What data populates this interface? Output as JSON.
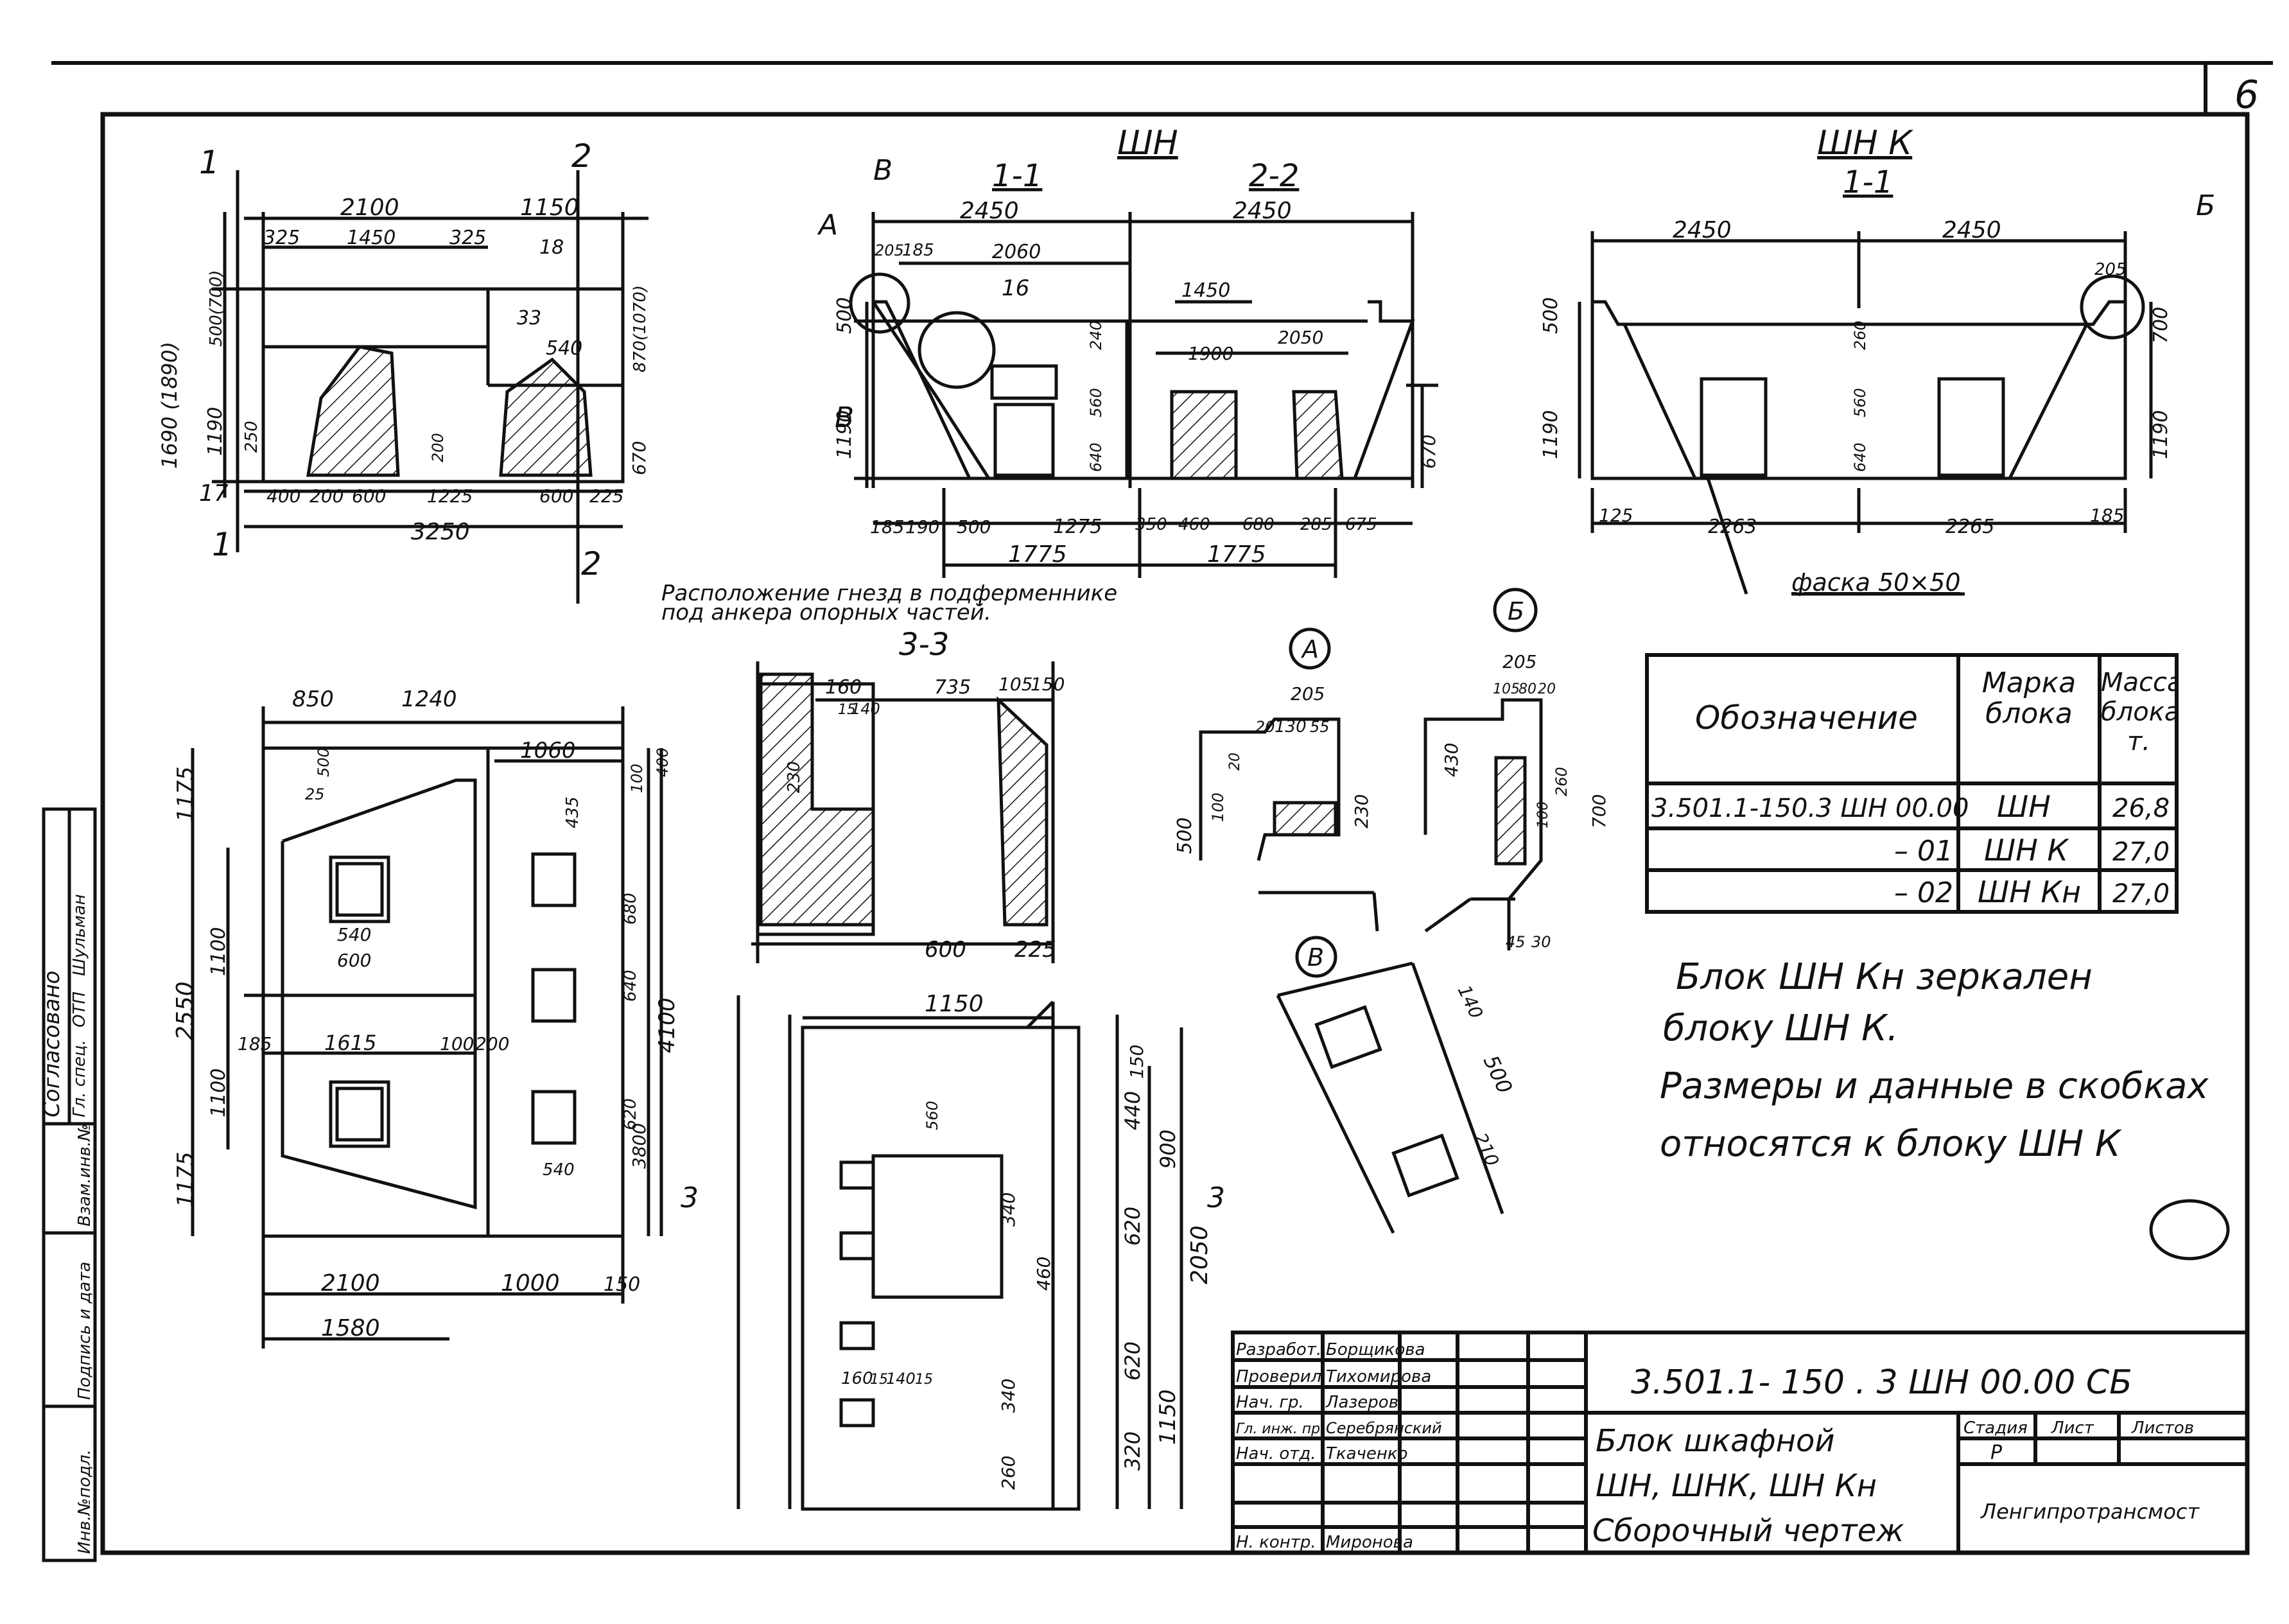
{
  "sheet": {
    "number": "6"
  },
  "side_stamp": {
    "agreed": "Согласовано",
    "role": "Гл. спец.",
    "dept": "ОТП",
    "name": "Шульман",
    "cols": [
      "Инв.№подл.",
      "Подпись и дата",
      "Взам.инв.№"
    ]
  },
  "views": {
    "shn_title": "ШН",
    "shnk_title": "ШН К",
    "sec_1_1": "1-1",
    "sec_2_2": "2-2",
    "sec_3_3": "3-3",
    "cut_1": "1",
    "cut_2": "2",
    "cut_3": "3",
    "callout_A": "А",
    "callout_B": "Б",
    "callout_V": "В",
    "note_nests_1": "Расположение гнезд в подферменнике",
    "note_nests_2": "под анкера опорных частей.",
    "chamfer": "фаска 50×50"
  },
  "dims": {
    "elev": [
      "2100",
      "1150",
      "325",
      "1450",
      "325",
      "18",
      "33",
      "540",
      "500(700)",
      "1690 (1890)",
      "1190",
      "670",
      "870(1070)",
      "400",
      "200",
      "600",
      "1225",
      "600",
      "225",
      "3250",
      "17",
      "250",
      "200"
    ],
    "sec11": [
      "2450",
      "205",
      "185",
      "2060",
      "16",
      "500",
      "1190",
      "1275",
      "185",
      "190",
      "500",
      "1775",
      "640",
      "560",
      "240"
    ],
    "sec22": [
      "2450",
      "1450",
      "2050",
      "1900",
      "350",
      "460",
      "680",
      "285",
      "675",
      "670",
      "1775"
    ],
    "shnk": [
      "2450",
      "2450",
      "205",
      "500",
      "1190",
      "700",
      "1190",
      "125",
      "2263",
      "2265",
      "185",
      "260",
      "560",
      "640"
    ],
    "plan": [
      "850",
      "1240",
      "1060",
      "1175",
      "2550",
      "1175",
      "1100",
      "1100",
      "185",
      "1615",
      "100",
      "200",
      "540",
      "600",
      "540",
      "2100",
      "1000",
      "150",
      "1580",
      "4100",
      "3800",
      "435",
      "680",
      "640",
      "620",
      "400",
      "100",
      "25",
      "500"
    ],
    "sec33": [
      "160",
      "15",
      "140",
      "735",
      "105",
      "150",
      "230",
      "600",
      "225"
    ],
    "bottom": [
      "1150",
      "150",
      "440",
      "620",
      "620",
      "320",
      "900",
      "2050",
      "1150",
      "340",
      "460",
      "340",
      "260",
      "560",
      "160",
      "15",
      "140",
      "15"
    ],
    "detA": [
      "205",
      "20",
      "130",
      "55",
      "500",
      "230",
      "100",
      "20"
    ],
    "detB": [
      "205",
      "105",
      "80",
      "20",
      "430",
      "700",
      "260",
      "100",
      "45",
      "30"
    ],
    "detV": [
      "140",
      "500",
      "210"
    ]
  },
  "spec_table": {
    "headers": [
      "Обозначение",
      "Марка блока",
      "Масса блока т."
    ],
    "rows": [
      [
        "3.501.1-150.3  ШН 00.00",
        "ШН",
        "26,8"
      ],
      [
        "– 01",
        "ШН К",
        "27,0"
      ],
      [
        "– 02",
        "ШН Кн",
        "27,0"
      ]
    ]
  },
  "notes": [
    "Блок ШН Кн зеркален",
    "блоку ШН К.",
    "Размеры и данные в скобках",
    "относятся к блоку ШН К"
  ],
  "title_block": {
    "code": "3.501.1- 150 . 3   ШН 00.00 СБ",
    "name_1": "Блок шкафной",
    "name_2": "ШН, ШНК, ШН Кн",
    "name_3": "Сборочный чертеж",
    "stage_h": "Стадия",
    "sheet_h": "Лист",
    "sheets_h": "Листов",
    "stage": "Р",
    "org": "Ленгипротрансмост",
    "signers": [
      [
        "Разработ.",
        "Борщикова"
      ],
      [
        "Проверил",
        "Тихомирова"
      ],
      [
        "Нач. гр.",
        "Лазеров"
      ],
      [
        "Гл. инж. пр.",
        "Серебрянский"
      ],
      [
        "Нач. отд.",
        "Ткаченко"
      ],
      [
        "",
        ""
      ],
      [
        "Н. контр.",
        "Миронова"
      ]
    ]
  }
}
